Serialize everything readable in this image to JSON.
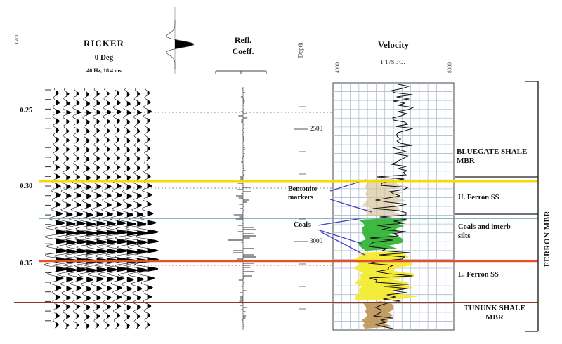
{
  "axes": {
    "time": {
      "label": "TWT",
      "ticks": [
        "0.25",
        "0.30",
        "0.35"
      ]
    },
    "depth": {
      "label": "Depth",
      "ticks": [
        "2500",
        "3000"
      ]
    },
    "velocity": {
      "title": "Velocity",
      "unit": "FT/SEC.",
      "min_label": "4000",
      "max_label": "8000"
    }
  },
  "panels": {
    "ricker": {
      "title": "RICKER",
      "subtitle": "0 Deg",
      "params": "40 Hz, 18.4 ms"
    },
    "refl": {
      "title_line1": "Refl.",
      "title_line2": "Coeff."
    }
  },
  "annotations": {
    "bentonite": "Bentonite markers",
    "coals": "Coals"
  },
  "stratigraphy": {
    "bluegate": "BLUEGATE SHALE MBR",
    "u_ferron": "U. Ferron SS",
    "coals_silts": "Coals and interb silts",
    "l_ferron": "L. Ferron SS",
    "tununk": "TUNUNK SHALE MBR",
    "ferron_bracket": "FERRON MBR"
  },
  "colors": {
    "yellow_horizon": "#f6da00",
    "teal_horizon": "#5e9fae",
    "red_horizon": "#e4512d",
    "brown_horizon": "#8a3a20",
    "green_fill": "#35b535",
    "yellow_fill": "#f4ea30",
    "tan_fill": "#d6c193",
    "brown_fill": "#bd9455",
    "arrow_blue": "#4343cc",
    "grid": "#b0bcd0"
  }
}
